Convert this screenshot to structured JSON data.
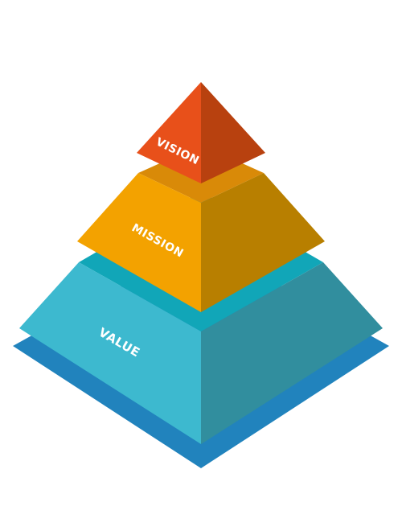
{
  "tiers": {
    "top": {
      "label": "VISION"
    },
    "middle": {
      "label": "MISSION"
    },
    "bottom": {
      "label": "VALUE"
    }
  },
  "colors": {
    "vision_left": "#E8501A",
    "vision_right": "#B8410F",
    "mission_top": "#D98A08",
    "mission_left": "#F3A200",
    "mission_right": "#B87F00",
    "value_top": "#11A6B8",
    "value_left": "#3DB9CF",
    "value_right": "#318E9E",
    "base_plate": "#2183BD"
  }
}
